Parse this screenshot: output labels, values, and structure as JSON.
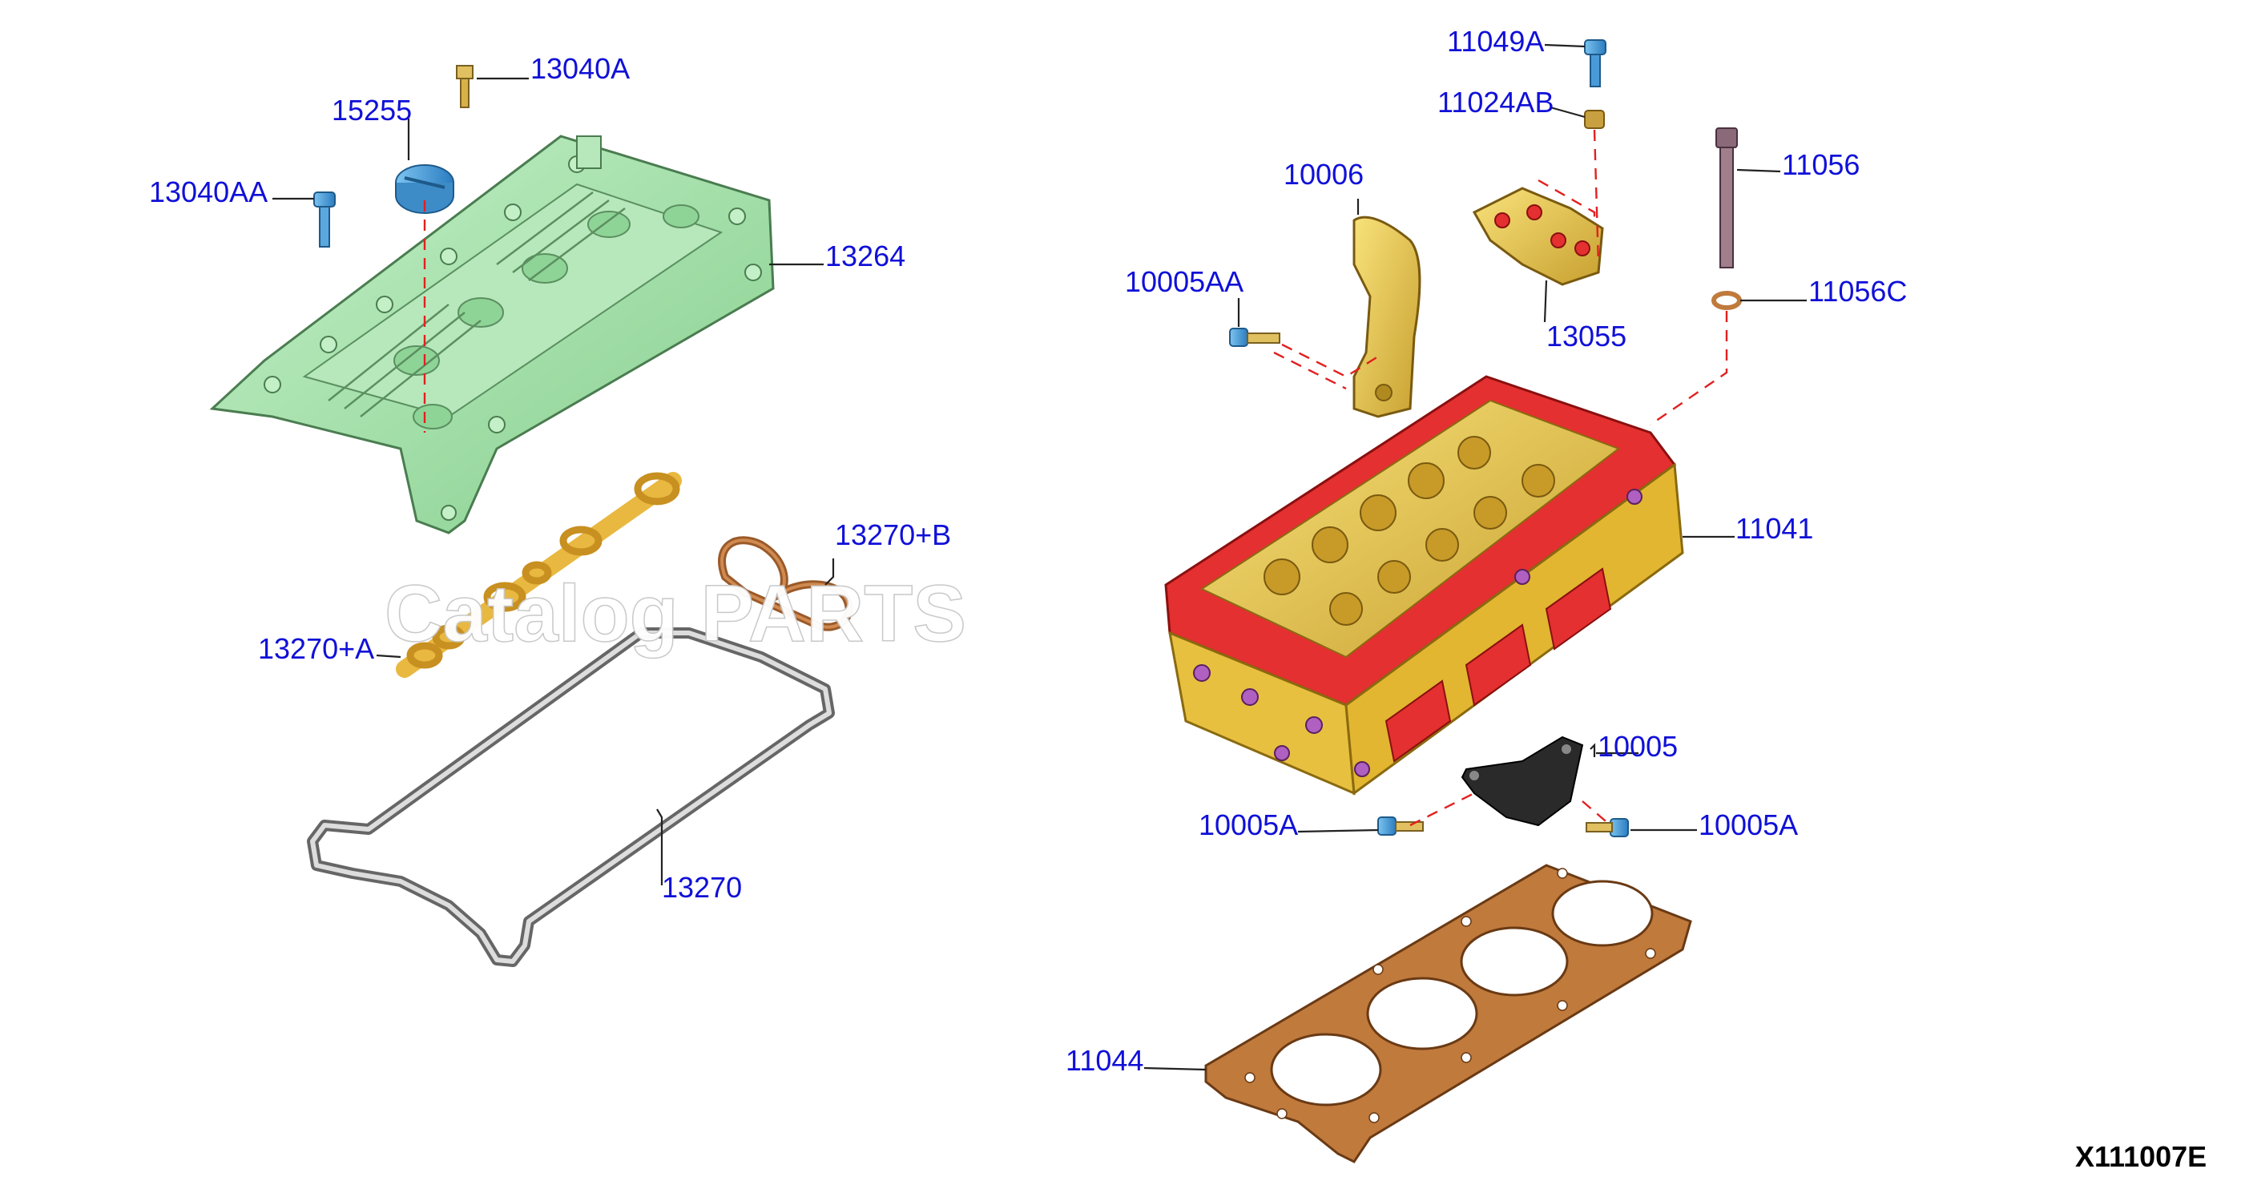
{
  "diagram": {
    "figure_code": "X111007E",
    "watermark": "Catalog PARTS",
    "colors": {
      "label": "#1010d8",
      "valve_cover": "#9fe0a6",
      "cylinder_head": "#e43030",
      "head_internals": "#e8c840",
      "gasket_copper": "#c07a3c",
      "seal_wire": "#cccccc",
      "bracket_yellow": "#e8c850",
      "bolt_blue": "#4aa0dc",
      "bracket_black": "#2a2a2a"
    },
    "labels": {
      "p13040A": "13040A",
      "p15255": "15255",
      "p13040AA": "13040AA",
      "p13264": "13264",
      "p13270B": "13270+B",
      "p13270A": "13270+A",
      "p13270": "13270",
      "p11049A": "11049A",
      "p11024AB": "11024AB",
      "p11056": "11056",
      "p10006": "10006",
      "p10005AA": "10005AA",
      "p11056C": "11056C",
      "p13055": "13055",
      "p11041": "11041",
      "p10005": "10005",
      "p10005A_left": "10005A",
      "p10005A_right": "10005A",
      "p11044": "11044"
    }
  }
}
